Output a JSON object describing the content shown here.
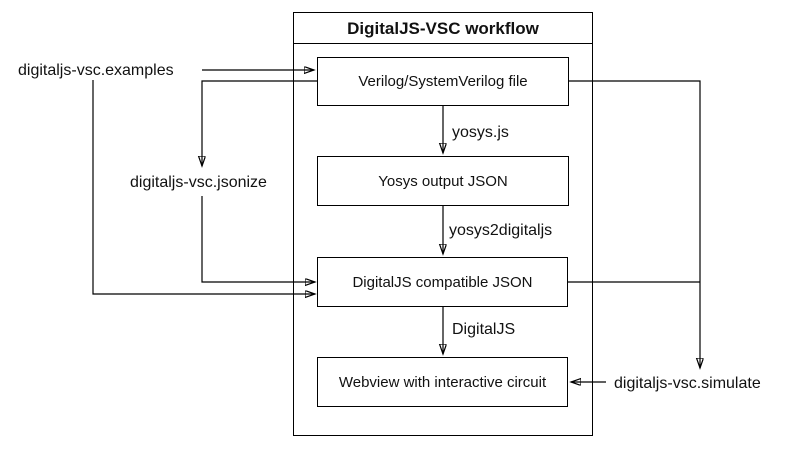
{
  "diagram": {
    "title": "DigitalJS-VSC workflow",
    "colors": {
      "background": "#ffffff",
      "line": "#000000",
      "text": "#111111"
    },
    "nodes": [
      {
        "id": "verilog-file",
        "label": "Verilog/SystemVerilog file"
      },
      {
        "id": "yosys-output-json",
        "label": "Yosys output JSON"
      },
      {
        "id": "digitaljs-json",
        "label": "DigitalJS compatible JSON"
      },
      {
        "id": "webview",
        "label": "Webview with interactive circuit"
      }
    ],
    "edge_labels": [
      {
        "id": "yosys-js",
        "label": "yosys.js"
      },
      {
        "id": "yosys2digitaljs",
        "label": "yosys2digitaljs"
      },
      {
        "id": "digitaljs",
        "label": "DigitalJS"
      }
    ],
    "external_labels": [
      {
        "id": "examples",
        "label": "digitaljs-vsc.examples"
      },
      {
        "id": "jsonize",
        "label": "digitaljs-vsc.jsonize"
      },
      {
        "id": "simulate",
        "label": "digitaljs-vsc.simulate"
      }
    ]
  }
}
